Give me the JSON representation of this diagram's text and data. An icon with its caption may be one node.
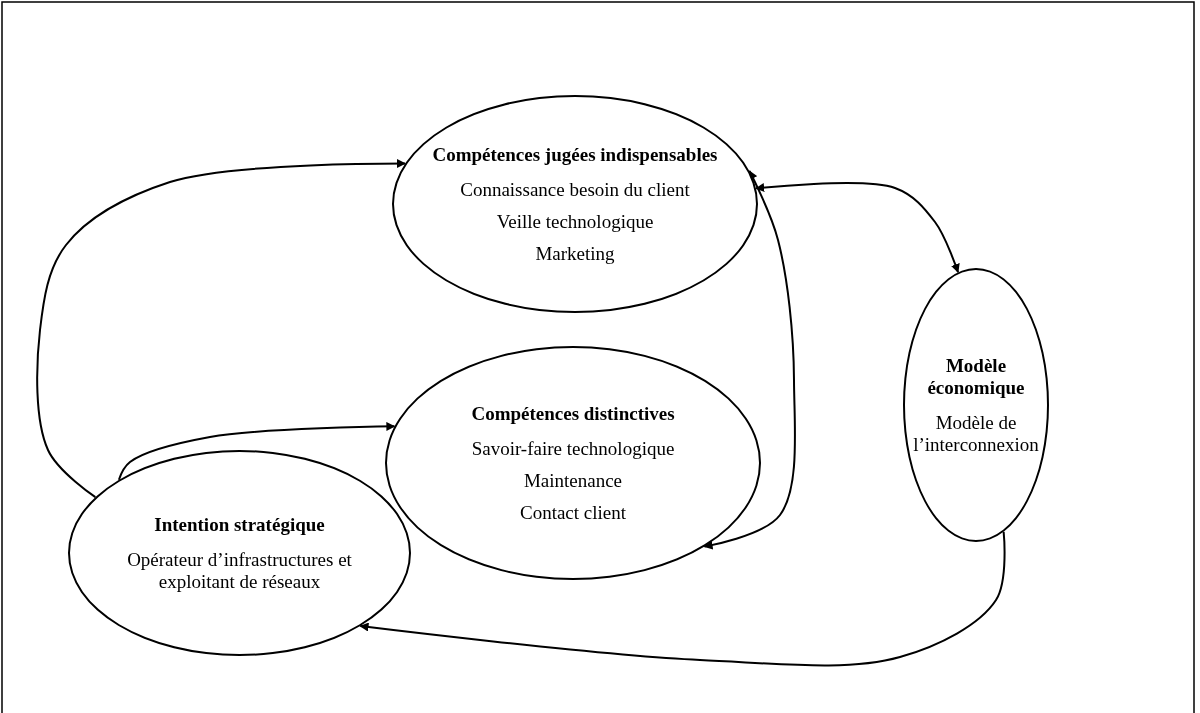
{
  "diagram": {
    "nodes": [
      {
        "text": [
          "Compétences jugées indispensables",
          "Connaissance besoin du client",
          "Veille technologique",
          "Marketing"
        ]
      },
      {
        "text": [
          "Compétences distinctives",
          "Savoir-faire technologique",
          "Maintenance",
          "Contact client"
        ]
      },
      {
        "text": [
          "Modèle économique",
          "Modèle de l’interconnexion"
        ]
      },
      {
        "text": [
          "Intention stratégique",
          "Opérateur d’infrastructures et exploitant de réseaux"
        ]
      }
    ],
    "edges": [
      {
        "from": 3,
        "to": 0,
        "arrow": "to"
      },
      {
        "from": 3,
        "to": 1,
        "arrow": "to"
      },
      {
        "from": 0,
        "to": 1,
        "arrow": "both"
      },
      {
        "from": 0,
        "to": 2,
        "arrow": "both"
      },
      {
        "from": 2,
        "to": 3,
        "arrow": "to"
      }
    ]
  }
}
